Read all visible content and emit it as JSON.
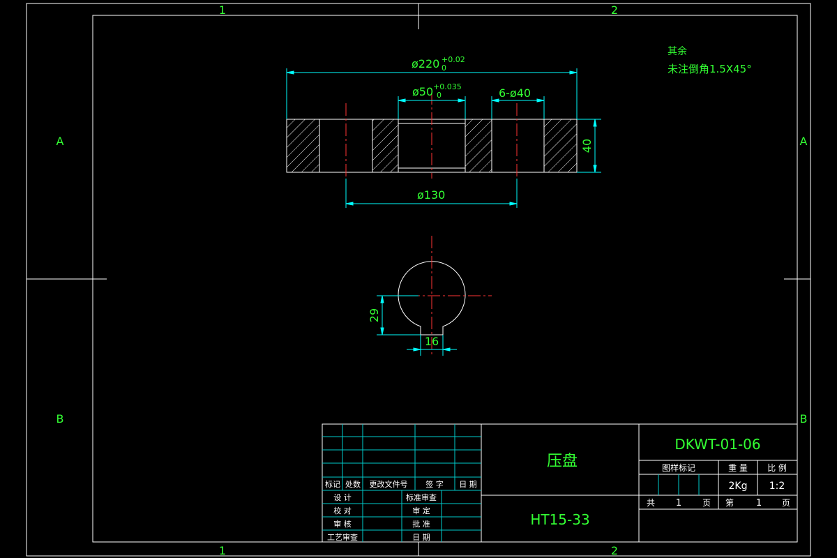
{
  "colors": {
    "background": "#000000",
    "frame": "#ffffff",
    "zone_label": "#33ff33",
    "dimension": "#00ffff",
    "center_line": "#ff3333",
    "text": "#33ff33",
    "table_line": "#00cccc"
  },
  "zones": {
    "top_1": "1",
    "top_2": "2",
    "bottom_1": "1",
    "bottom_2": "2",
    "left_a": "A",
    "left_b": "B",
    "right_a": "A",
    "right_b": "B"
  },
  "notes": {
    "line1": "其余",
    "line2": "未注倒角1.5X45°"
  },
  "dimensions": {
    "outer_diameter": "ø220",
    "outer_tol_upper": "+0.02",
    "outer_tol_lower": "0",
    "bore_diameter": "ø50",
    "bore_tol_upper": "+0.035",
    "bore_tol_lower": "0",
    "holes": "6-ø40",
    "thickness": "40",
    "pitch_diameter": "ø130",
    "key_depth": "29",
    "key_width": "16"
  },
  "title_block": {
    "part_name": "压盘",
    "drawing_number": "DKWT-01-06",
    "material": "HT15-33",
    "header_mark": "图样标记",
    "header_weight": "重 量",
    "header_scale": "比 例",
    "weight": "2Kg",
    "scale": "1:2",
    "total_label": "共",
    "total_value": "1",
    "total_unit": "页",
    "sheet_label": "第",
    "sheet_value": "1",
    "sheet_unit": "页",
    "rev_mark": "标记",
    "rev_count": "处数",
    "rev_doc": "更改文件号",
    "rev_sign": "签 字",
    "rev_date": "日 期",
    "design": "设 计",
    "check": "校 对",
    "review": "审 核",
    "process": "工艺审查",
    "std_review": "标准审查",
    "finalize": "审 定",
    "approve": "批 准",
    "date": "日 期"
  }
}
